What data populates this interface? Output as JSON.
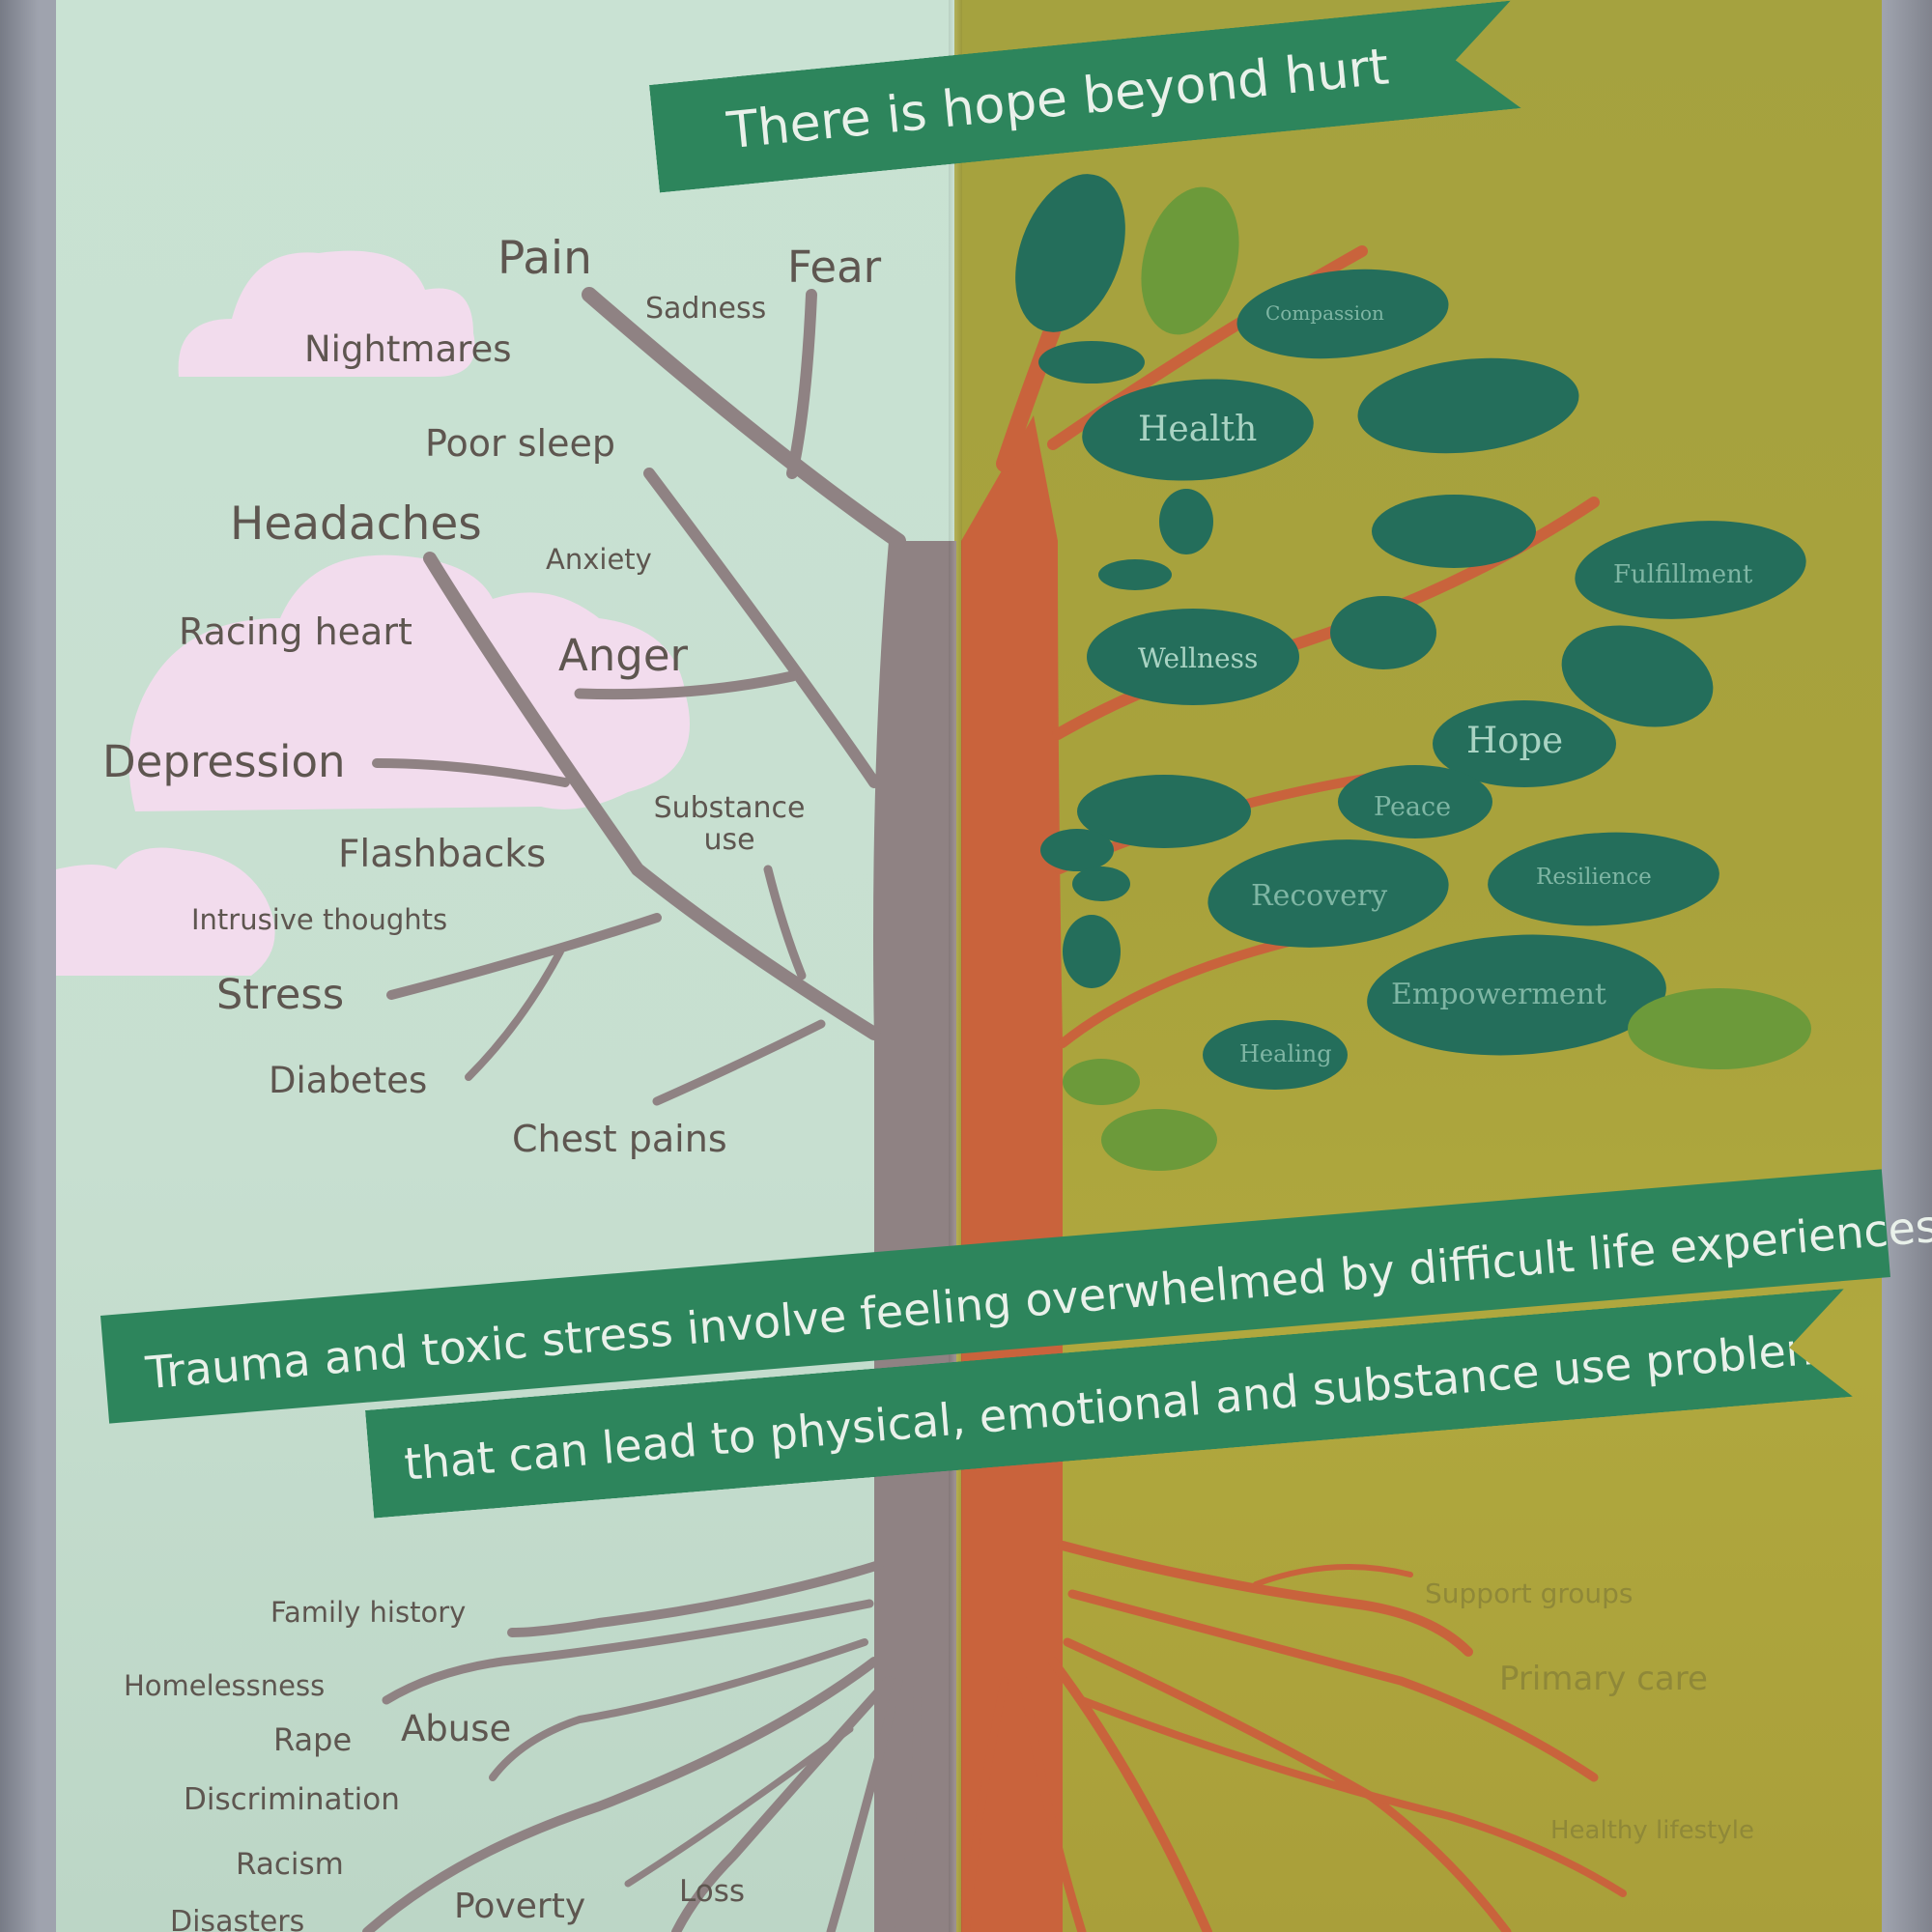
{
  "banner_top": "There is hope beyond hurt",
  "banner_line1": "Trauma and toxic stress involve feeling overwhelmed by difficult life experiences",
  "banner_line2": "that can lead to physical, emotional and substance use problems.",
  "branch_labels": {
    "pain": "Pain",
    "fear": "Fear",
    "sadness": "Sadness",
    "nightmares": "Nightmares",
    "poor_sleep": "Poor sleep",
    "headaches": "Headaches",
    "anxiety": "Anxiety",
    "racing_heart": "Racing heart",
    "anger": "Anger",
    "depression": "Depression",
    "substance_use": "Substance use",
    "flashbacks": "Flashbacks",
    "intrusive_thoughts": "Intrusive thoughts",
    "stress": "Stress",
    "diabetes": "Diabetes",
    "chest_pains": "Chest pains"
  },
  "leaf_labels": {
    "compassion": "Compassion",
    "health": "Health",
    "fulfillment": "Fulfillment",
    "wellness": "Wellness",
    "hope": "Hope",
    "peace": "Peace",
    "resilience": "Resilience",
    "recovery": "Recovery",
    "empowerment": "Empowerment",
    "healing": "Healing"
  },
  "root_labels_left": {
    "family_history": "Family history",
    "homelessness": "Homelessness",
    "rape": "Rape",
    "abuse": "Abuse",
    "discrimination": "Discrimination",
    "racism": "Racism",
    "disasters": "Disasters",
    "poverty": "Poverty",
    "loss": "Loss"
  },
  "root_labels_right": {
    "support_groups": "Support groups",
    "primary_care": "Primary care",
    "healthy_lifestyle": "Healthy lifestyle"
  },
  "colors": {
    "banner_green": "#2d855c",
    "left_panel": "#c9e2d3",
    "right_panel": "#a8a23c",
    "grey_tree": "#8f8283",
    "orange_tree": "#c9633c",
    "leaf_dark": "#246e5b"
  }
}
